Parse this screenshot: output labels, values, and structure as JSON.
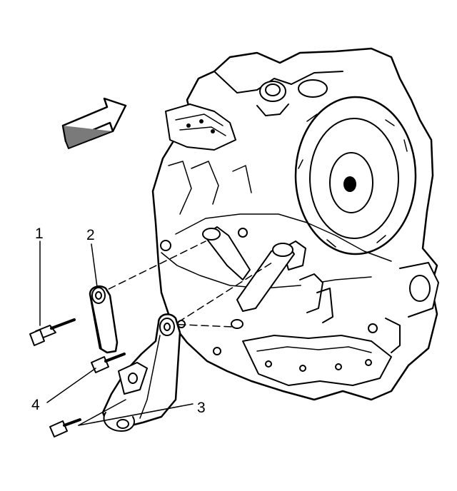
{
  "callouts": {
    "c1": "1",
    "c2": "2",
    "c3": "3",
    "c4": "4"
  },
  "icons": {
    "direction_arrow": "hollow-arrow-icon"
  },
  "colors": {
    "line": "#000000",
    "background": "#ffffff",
    "shade": "#d9d9d9"
  }
}
